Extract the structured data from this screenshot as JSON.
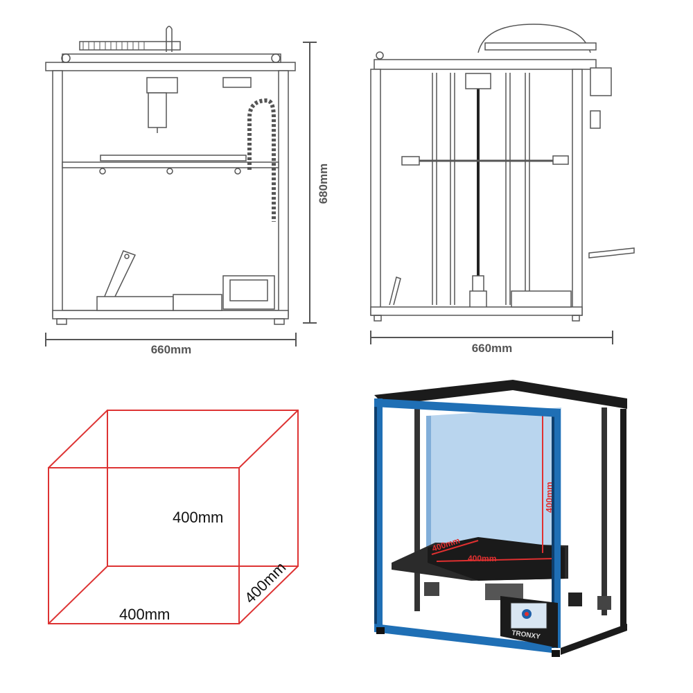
{
  "front_view": {
    "width_label": "660mm",
    "height_label": "680mm"
  },
  "side_view": {
    "width_label": "660mm"
  },
  "build_volume": {
    "height_label": "400mm",
    "depth_label": "400mm",
    "width_label": "400mm"
  },
  "photo": {
    "brand": "TRONXY",
    "overlay_height_label": "400mm",
    "overlay_depth_label": "400mm",
    "overlay_width_label": "400mm"
  },
  "colors": {
    "cube_edge": "#dd3333",
    "frame_blue": "#1f6fb5",
    "overlay_red": "#e03030",
    "drawing_line": "#555555"
  }
}
